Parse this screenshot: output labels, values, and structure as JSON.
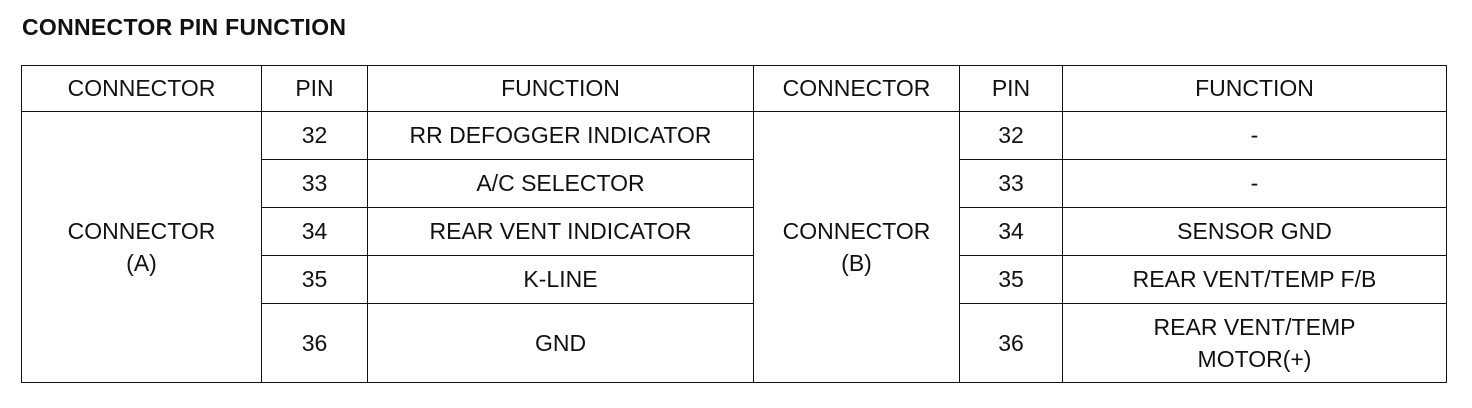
{
  "title": "CONNECTOR PIN FUNCTION",
  "columns": [
    "CONNECTOR",
    "PIN",
    "FUNCTION",
    "CONNECTOR",
    "PIN",
    "FUNCTION"
  ],
  "connector_a": {
    "name": "CONNECTOR\n(A)",
    "rows": [
      {
        "pin": "32",
        "function": "RR DEFOGGER INDICATOR"
      },
      {
        "pin": "33",
        "function": "A/C SELECTOR"
      },
      {
        "pin": "34",
        "function": "REAR VENT INDICATOR"
      },
      {
        "pin": "35",
        "function": "K-LINE"
      },
      {
        "pin": "36",
        "function": "GND"
      }
    ]
  },
  "connector_b": {
    "name": "CONNECTOR\n(B)",
    "rows": [
      {
        "pin": "32",
        "function": "-"
      },
      {
        "pin": "33",
        "function": "-"
      },
      {
        "pin": "34",
        "function": "SENSOR GND"
      },
      {
        "pin": "35",
        "function": "REAR VENT/TEMP F/B"
      },
      {
        "pin": "36",
        "function": "REAR VENT/TEMP\nMOTOR(+)"
      }
    ]
  }
}
